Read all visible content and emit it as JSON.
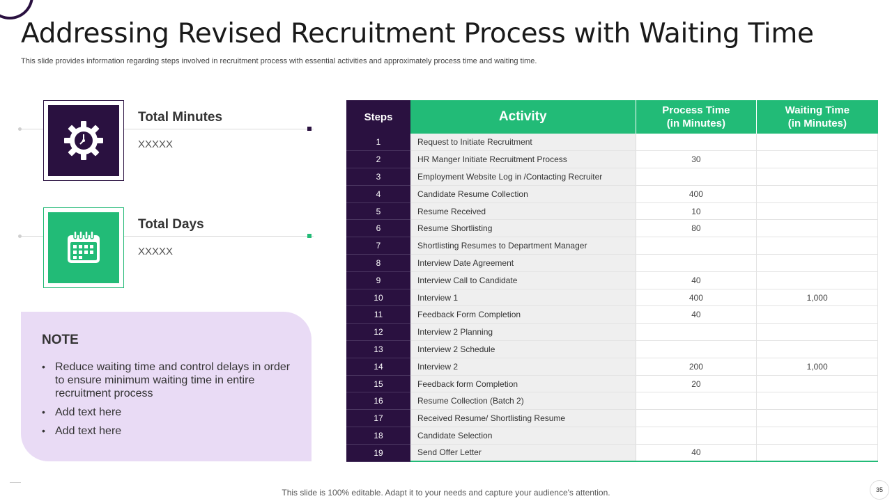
{
  "title": "Addressing Revised Recruitment Process with Waiting Time",
  "subtitle": "This slide provides information regarding steps involved in recruitment process with essential activities and approximately process time and waiting time.",
  "metrics": [
    {
      "label": "Total Minutes",
      "value": "XXXXX",
      "icon": "gear-clock-icon",
      "color": "#2a1140"
    },
    {
      "label": "Total Days",
      "value": "XXXXX",
      "icon": "calendar-icon",
      "color": "#22bb77"
    }
  ],
  "note": {
    "title": "NOTE",
    "bullets": [
      "Reduce waiting time and control delays in order to ensure minimum waiting time in entire recruitment process",
      "Add text here",
      "Add text here"
    ]
  },
  "table": {
    "headers": {
      "steps": "Steps",
      "activity": "Activity",
      "process_line1": "Process Time",
      "process_line2": "(in Minutes)",
      "waiting_line1": "Waiting Time",
      "waiting_line2": "(in Minutes)"
    },
    "rows": [
      {
        "step": "1",
        "activity": "Request to Initiate Recruitment",
        "process": "",
        "waiting": ""
      },
      {
        "step": "2",
        "activity": "HR Manger Initiate Recruitment Process",
        "process": "30",
        "waiting": ""
      },
      {
        "step": "3",
        "activity": "Employment Website Log in /Contacting Recruiter",
        "process": "",
        "waiting": ""
      },
      {
        "step": "4",
        "activity": "Candidate Resume Collection",
        "process": "400",
        "waiting": ""
      },
      {
        "step": "5",
        "activity": "Resume Received",
        "process": "10",
        "waiting": ""
      },
      {
        "step": "6",
        "activity": "Resume Shortlisting",
        "process": "80",
        "waiting": ""
      },
      {
        "step": "7",
        "activity": "Shortlisting Resumes to Department Manager",
        "process": "",
        "waiting": ""
      },
      {
        "step": "8",
        "activity": "Interview Date Agreement",
        "process": "",
        "waiting": ""
      },
      {
        "step": "9",
        "activity": "Interview Call to Candidate",
        "process": "40",
        "waiting": ""
      },
      {
        "step": "10",
        "activity": "Interview 1",
        "process": "400",
        "waiting": "1,000"
      },
      {
        "step": "11",
        "activity": "Feedback Form Completion",
        "process": "40",
        "waiting": ""
      },
      {
        "step": "12",
        "activity": "Interview 2 Planning",
        "process": "",
        "waiting": ""
      },
      {
        "step": "13",
        "activity": "Interview 2 Schedule",
        "process": "",
        "waiting": ""
      },
      {
        "step": "14",
        "activity": "Interview 2",
        "process": "200",
        "waiting": "1,000"
      },
      {
        "step": "15",
        "activity": "Feedback form Completion",
        "process": "20",
        "waiting": ""
      },
      {
        "step": "16",
        "activity": "Resume Collection (Batch 2)",
        "process": "",
        "waiting": ""
      },
      {
        "step": "17",
        "activity": "Received Resume/ Shortlisting Resume",
        "process": "",
        "waiting": ""
      },
      {
        "step": "18",
        "activity": "Candidate Selection",
        "process": "",
        "waiting": ""
      },
      {
        "step": "19",
        "activity": "Send Offer Letter",
        "process": "40",
        "waiting": ""
      }
    ]
  },
  "footer": "This slide is 100% editable. Adapt it to your needs and capture your audience's attention.",
  "page_number": "35"
}
